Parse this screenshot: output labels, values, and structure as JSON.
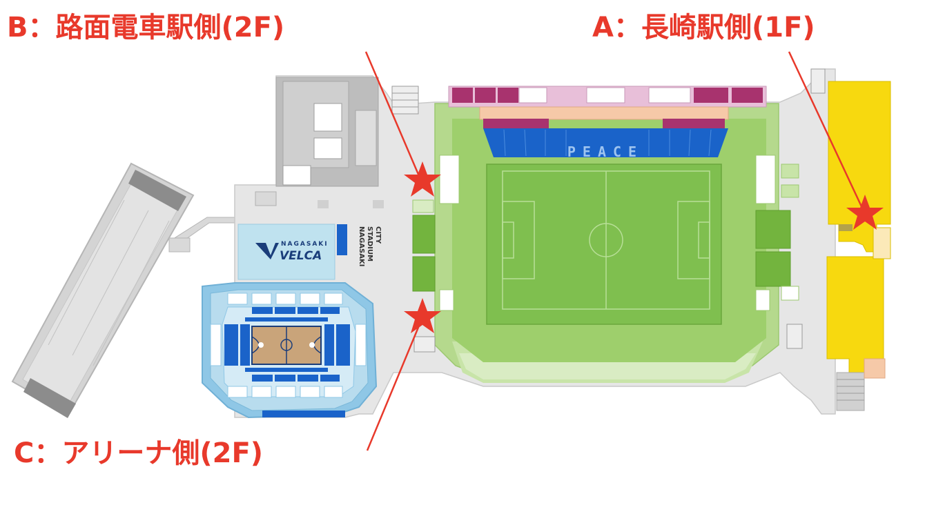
{
  "colors": {
    "accent_red": "#e8392b",
    "stadium_green": "#9acd6b",
    "pitch_green": "#7fbf4f",
    "arena_blue": "#8fc7e6",
    "seat_blue": "#1a63c9",
    "grey": "#d9d9d9",
    "dark_grey": "#b3b3b3",
    "yellow": "#f7d90f",
    "magenta": "#a8336e",
    "pink": "#e8bfd9",
    "peach": "#f6c9a8",
    "court": "#c9a47a"
  },
  "callouts": [
    {
      "id": "B",
      "text": "B：路面電車駅側(2F)"
    },
    {
      "id": "A",
      "text": "A：長崎駅側(1F)"
    },
    {
      "id": "C",
      "text": "C：アリーナ側(2F)"
    }
  ],
  "map_text": {
    "stand_lettering": "PEACE",
    "team_logo_top": "NAGASAKI",
    "team_logo_bottom": "VELCA",
    "city_vertical": [
      "NAGASAKI",
      "STADIUM",
      "CITY"
    ]
  },
  "icons": [
    "star-marker-icon",
    "velca-logo-icon"
  ]
}
